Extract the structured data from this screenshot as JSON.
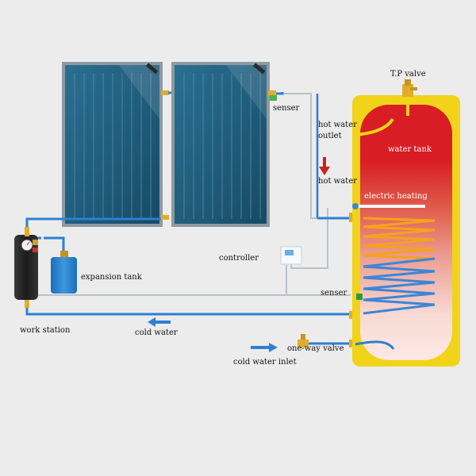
{
  "labels": {
    "tp_valve": "T.P valve",
    "senser_top": "senser",
    "hot_water_outlet_1": "hot water",
    "hot_water_outlet_2": "outlet",
    "water_tank": "water tank",
    "hot_water": "hot water",
    "electric_heating": "electric heating",
    "controller": "controller",
    "expansion_tank": "expansion tank",
    "senser_bottom": "senser",
    "work_station": "work station",
    "cold_water": "cold water",
    "one_way_valve": "one-way valve",
    "cold_water_inlet": "cold water inlet"
  },
  "colors": {
    "background": "#ececec",
    "panel_frame": "#8f99a0",
    "panel_glass": "#1f5d7c",
    "pipe_blue": "#2c7fd4",
    "pipe_gray": "#b9c2c8",
    "tank_shell": "#f1d319",
    "tank_hot": "#d81e24",
    "coil_hot": "#f5a21e",
    "coil_cold": "#3a86d8",
    "arrow_red": "#c92222",
    "arrow_blue": "#2c7fd4",
    "brass": "#e0ad2b"
  }
}
